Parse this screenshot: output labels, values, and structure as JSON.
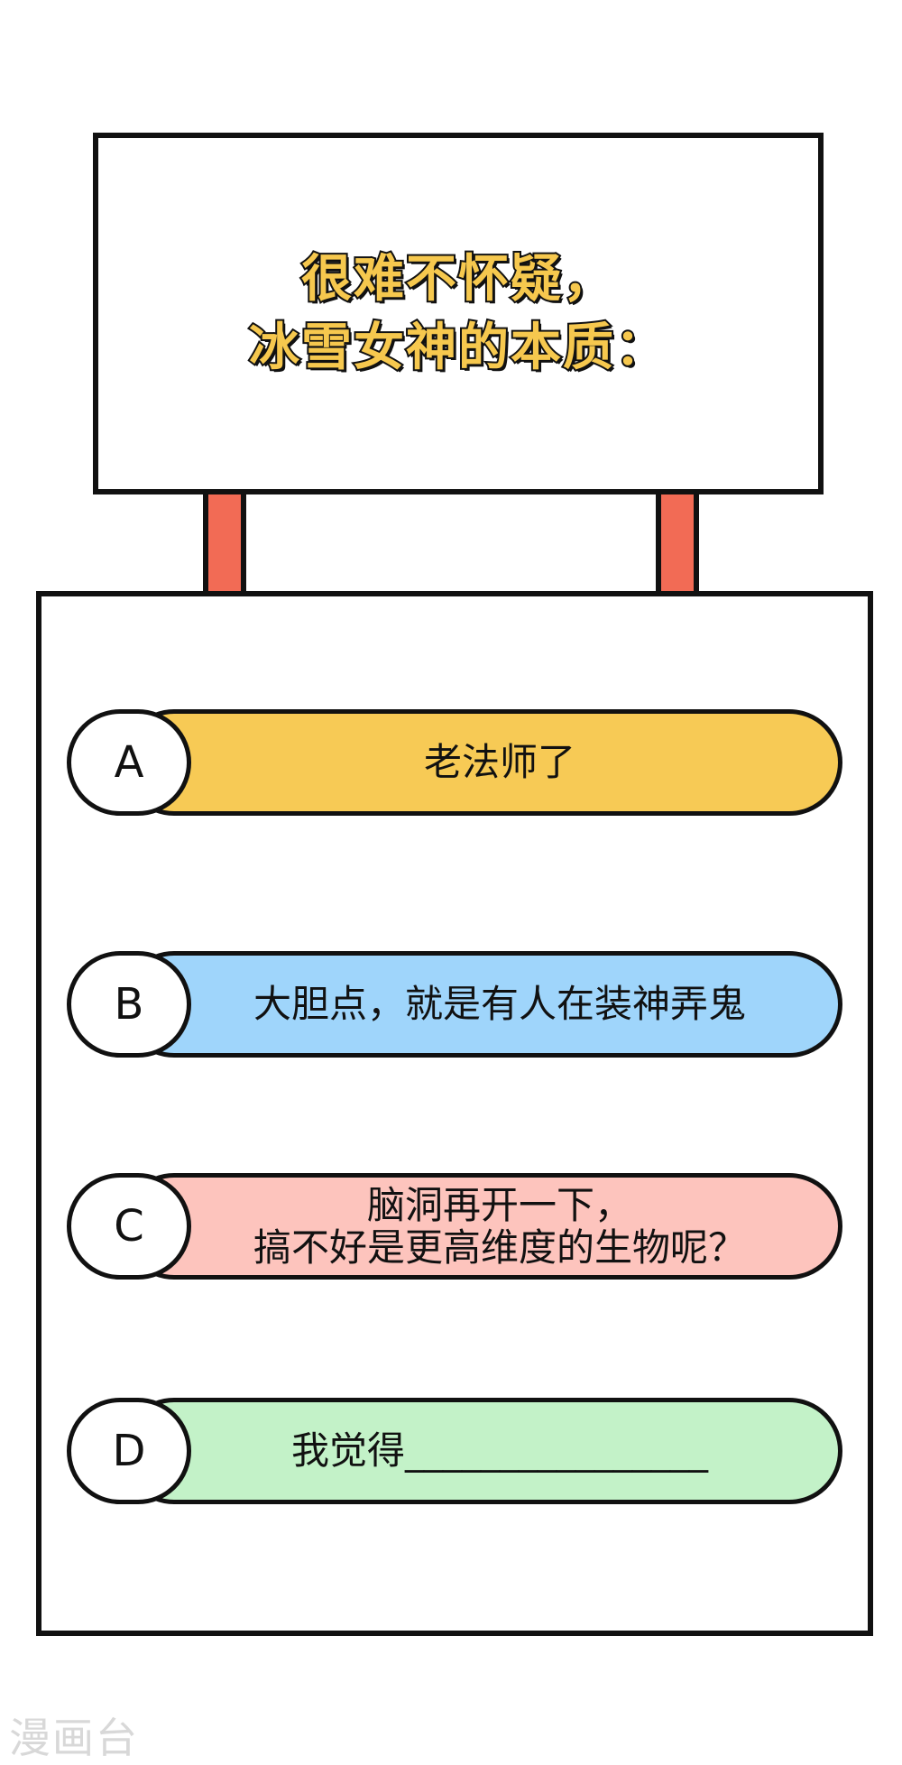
{
  "sign": {
    "line1": "很难不怀疑，",
    "line2": "冰雪女神的本质："
  },
  "colors": {
    "title_fill": "#f6c84e",
    "post": "#f26b55",
    "option_a": "#f7ca55",
    "option_b": "#9fd5fb",
    "option_c": "#fdc4bd",
    "option_d": "#c3f2c8"
  },
  "options": [
    {
      "letter": "A",
      "text": "老法师了"
    },
    {
      "letter": "B",
      "text": "大胆点，就是有人在装神弄鬼"
    },
    {
      "letter": "C",
      "text": "脑洞再开一下，\n搞不好是更高维度的生物呢？"
    },
    {
      "letter": "D",
      "text": "我觉得________________"
    }
  ],
  "watermark": "漫画台"
}
